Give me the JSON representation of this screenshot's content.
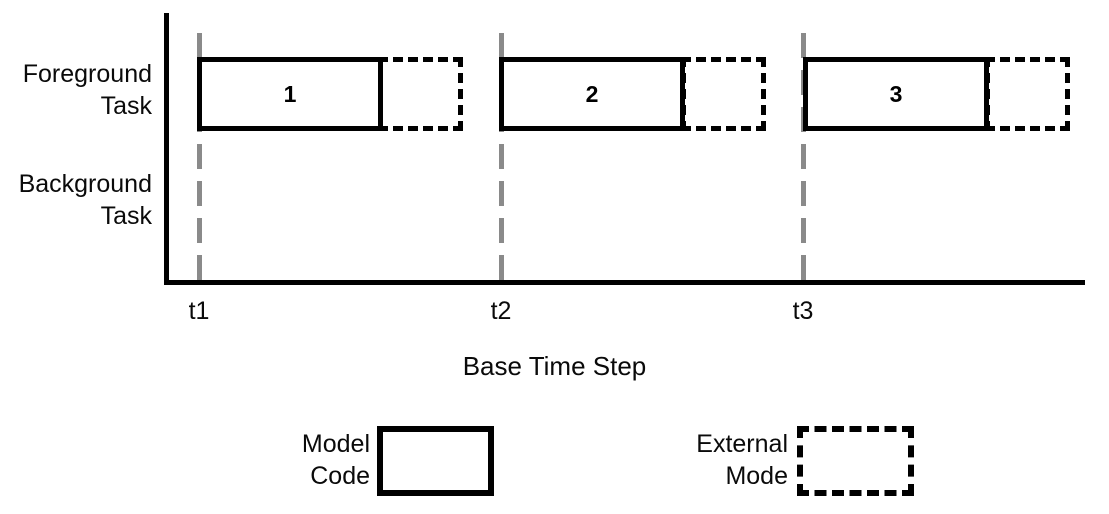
{
  "figure": {
    "kind": "timing-diagram",
    "xaxis_title": "Base Time Step",
    "rows": [
      {
        "id": "foreground",
        "label": "Foreground\nTask"
      },
      {
        "id": "background",
        "label": "Background\nTask"
      }
    ],
    "ticks": [
      {
        "id": "t1",
        "label": "t1"
      },
      {
        "id": "t2",
        "label": "t2"
      },
      {
        "id": "t3",
        "label": "t3"
      }
    ],
    "bars": [
      {
        "number": "1",
        "row": "foreground",
        "tick": "t1"
      },
      {
        "number": "2",
        "row": "foreground",
        "tick": "t2"
      },
      {
        "number": "3",
        "row": "foreground",
        "tick": "t3"
      }
    ],
    "legend": [
      {
        "id": "model-code",
        "label": "Model\nCode",
        "style": "solid"
      },
      {
        "id": "external-mode",
        "label": "External\nMode",
        "style": "dashed"
      }
    ],
    "colors": {
      "stroke": "#000000",
      "gridline": "#8a8a8a",
      "background": "#ffffff"
    }
  },
  "chart_data": {
    "type": "bar",
    "title": "",
    "xlabel": "Base Time Step",
    "ylabel": "",
    "categories": [
      "t1",
      "t2",
      "t3"
    ],
    "series": [
      {
        "name": "Model Code",
        "values": [
          1,
          1,
          1
        ]
      },
      {
        "name": "External Mode",
        "values": [
          1,
          1,
          1
        ]
      }
    ],
    "tick_labels": [
      "t1",
      "t2",
      "t3"
    ],
    "row_labels": [
      "Foreground Task",
      "Background Task"
    ],
    "bar_labels": [
      "1",
      "2",
      "3"
    ],
    "legend_entries": [
      "Model Code",
      "External Mode"
    ],
    "legend_position": "bottom",
    "grid": true,
    "notes": "Each base time step t1/t2/t3 shows a Foreground Task: a solid Model Code block followed by a dashed External Mode block. The Background Task row is empty."
  }
}
